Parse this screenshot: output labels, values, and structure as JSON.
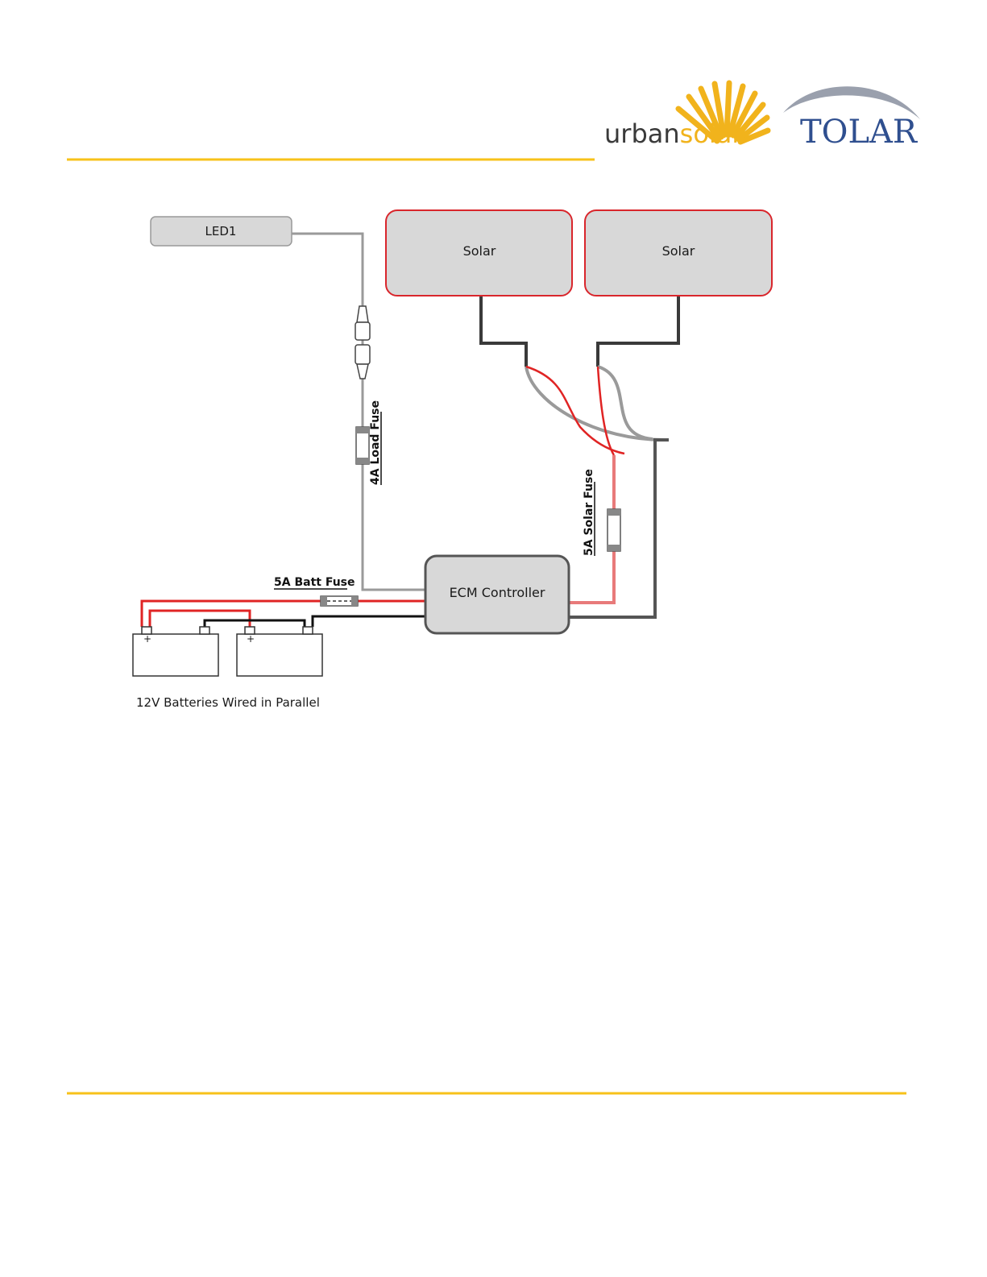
{
  "header": {
    "urban_logo": {
      "word_1": "urban",
      "word_2": "solar",
      "icon": "sunburst-icon"
    },
    "tolar_logo": {
      "text": "TOLAR",
      "icon": "arc-icon"
    }
  },
  "diagram": {
    "led": {
      "label": "LED1"
    },
    "solar_panels": [
      {
        "label": "Solar"
      },
      {
        "label": "Solar"
      }
    ],
    "controller": {
      "label": "ECM Controller"
    },
    "fuses": {
      "load": "4A Load Fuse",
      "solar": "5A Solar Fuse",
      "battery": "5A Batt Fuse"
    },
    "batteries": {
      "caption": "12V Batteries Wired in Parallel",
      "plus": "+",
      "minus": "−"
    }
  },
  "colors": {
    "accent_rule": "#f7c21a",
    "wire_red": "#e02424",
    "wire_black": "#111111",
    "wire_grey": "#9a9a9a",
    "panel_border": "#d9262c",
    "box_fill": "#d8d8d8"
  }
}
